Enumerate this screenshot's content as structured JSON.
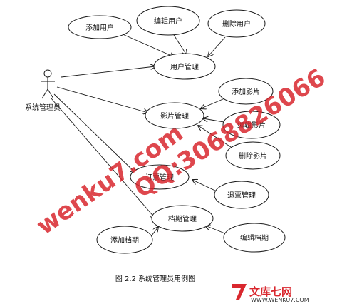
{
  "actor": {
    "label": "系统管理员"
  },
  "use_cases": {
    "add_user": "添加用户",
    "edit_user": "编辑用户",
    "delete_user": "删除用户",
    "user_mgmt": "用户管理",
    "add_movie": "添加影片",
    "edit_movie": "编辑影片",
    "delete_movie": "删除影片",
    "movie_mgmt": "影片管理",
    "booking_mgmt": "订票管理",
    "refund_mgmt": "退票管理",
    "schedule_mgmt": "档期管理",
    "add_schedule": "添加档期",
    "edit_schedule": "编辑档期"
  },
  "caption": "图 2.2 系统管理员用例图",
  "watermark": {
    "site": "wenku7.com",
    "qq": "QQ:3068826066",
    "logo_text": "文库七网",
    "logo_url": "WWW.WENKU7.COM"
  }
}
